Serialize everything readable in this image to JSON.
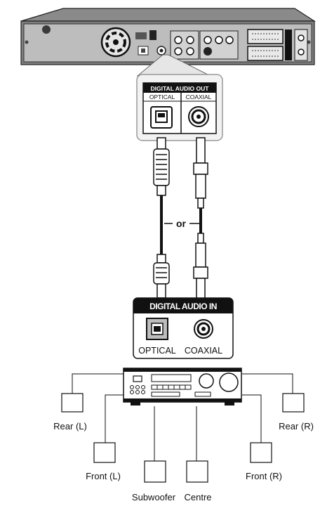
{
  "panel_top": {
    "header": "DIGITAL AUDIO OUT",
    "optical_label": "OPTICAL",
    "coaxial_label": "COAXIAL"
  },
  "separator_text": "or",
  "panel_bottom": {
    "header": "DIGITAL AUDIO IN",
    "optical_label": "OPTICAL",
    "coaxial_label": "COAXIAL"
  },
  "speakers": {
    "rear_left": "Rear (L)",
    "rear_right": "Rear (R)",
    "front_left": "Front (L)",
    "front_right": "Front (R)",
    "subwoofer": "Subwoofer",
    "centre": "Centre"
  },
  "icons": [
    "dvd-recorder-icon",
    "optical-cable-icon",
    "coaxial-cable-icon",
    "av-receiver-icon",
    "speaker-icon"
  ]
}
